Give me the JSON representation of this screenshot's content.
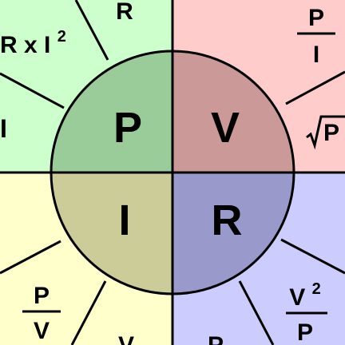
{
  "colors": {
    "quad_tl": "#ccffcc",
    "quad_tr": "#ffcccc",
    "quad_bl": "#ffffcc",
    "quad_br": "#ccccff",
    "disc_p": "#99cc99",
    "disc_v": "#cc9999",
    "disc_i": "#cccc99",
    "disc_r": "#9999cc",
    "line": "#000000"
  },
  "center": {
    "p": "P",
    "v": "V",
    "i": "I",
    "r": "R"
  },
  "formulas": {
    "p_from_r": "R",
    "p_ri2_main": "R x I",
    "p_ri2_exp": "2",
    "p_left_i": "I",
    "v_p_over_i_num": "P",
    "v_p_over_i_den": "I",
    "v_sqrt_p": "P",
    "i_p_over_v_num": "P",
    "i_p_over_v_den": "V",
    "i_v_bottom": "V",
    "r_v2_over_p_num": "V",
    "r_v2_over_p_exp": "2",
    "r_v2_over_p_den": "P",
    "r_p_bottom": "P"
  }
}
